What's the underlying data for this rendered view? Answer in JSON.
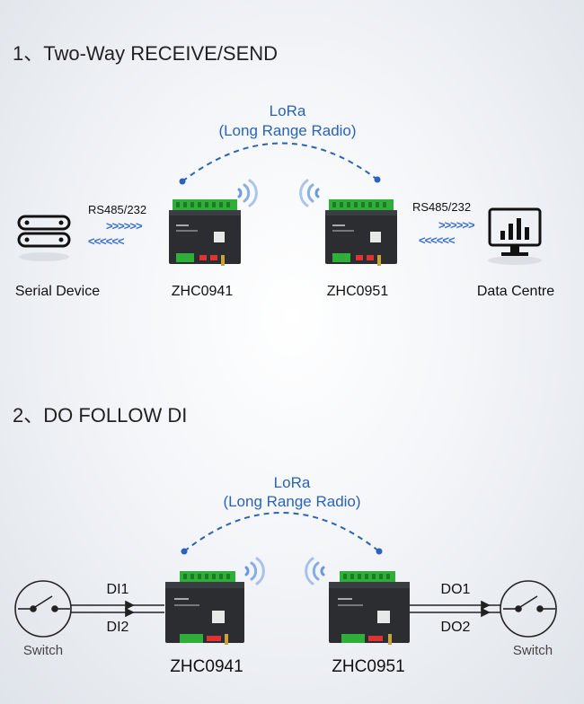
{
  "section1": {
    "title": "1、Two-Way  RECEIVE/SEND",
    "lora_title": "LoRa",
    "lora_subtitle": "(Long Range Radio)",
    "left_link": "RS485/232",
    "right_link": "RS485/232",
    "arrows_right": ">>>>>>",
    "arrows_left": "<<<<<<",
    "serial_device": "Serial Device",
    "device_a": "ZHC0941",
    "device_b": "ZHC0951",
    "data_centre": "Data Centre"
  },
  "section2": {
    "title": "2、DO FOLLOW DI",
    "lora_title": "LoRa",
    "lora_subtitle": "(Long Range Radio)",
    "di1": "DI1",
    "di2": "DI2",
    "do1": "DO1",
    "do2": "DO2",
    "switch_left": "Switch",
    "switch_right": "Switch",
    "device_a": "ZHC0941",
    "device_b": "ZHC0951"
  },
  "colors": {
    "accent_blue": "#2a63b8",
    "terminal_green": "#2fae3a",
    "device_body": "#2b2d31"
  },
  "icons": [
    "serial-device-icon",
    "monitor-chart-icon",
    "wifi-signal-icon",
    "switch-icon",
    "lora-arc"
  ]
}
